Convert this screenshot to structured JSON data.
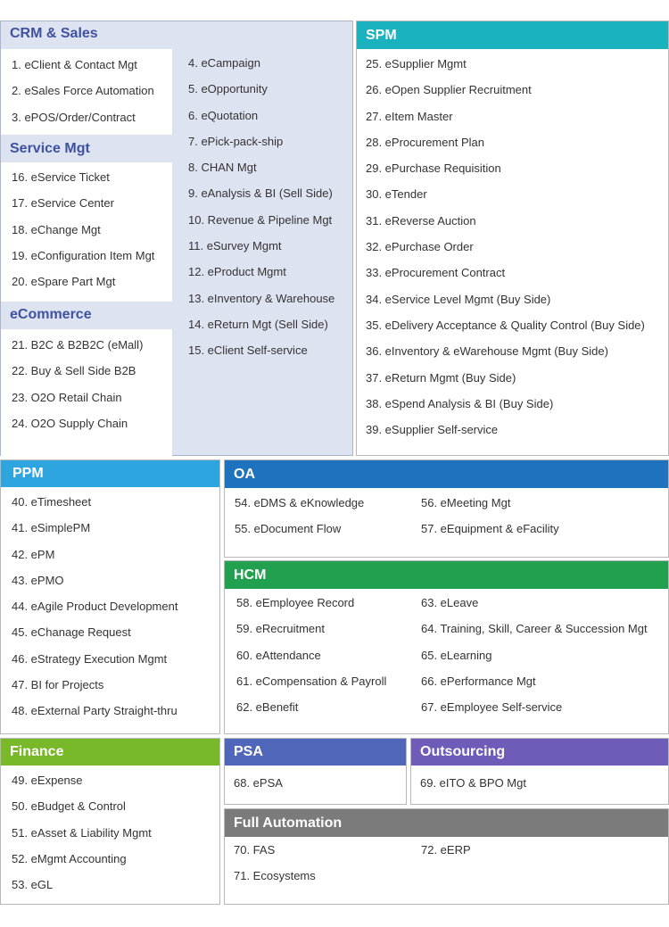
{
  "colors": {
    "crm_bg": "#dde3f0",
    "crm_title": "#3f52a0",
    "spm": "#1ab2bf",
    "ppm": "#2ea5de",
    "oa": "#1f72bd",
    "hcm": "#21a04f",
    "finance": "#78b829",
    "psa": "#4f66bb",
    "outsourcing": "#6f5cb8",
    "full_automation": "#7b7b7b"
  },
  "crm": {
    "title": "CRM & Sales",
    "items": [
      "1. eClient & Contact Mgt",
      "2. eSales Force Automation",
      "3. ePOS/Order/Contract"
    ],
    "col2": [
      "4. eCampaign",
      "5. eOpportunity",
      "6. eQuotation",
      "7. ePick-pack-ship",
      "8. CHAN Mgt",
      "9. eAnalysis & BI (Sell Side)",
      "10. Revenue & Pipeline Mgt",
      "11. eSurvey Mgmt",
      "12. eProduct Mgmt",
      "13. eInventory & Warehouse",
      "14. eReturn Mgt (Sell Side)",
      "15. eClient Self-service"
    ]
  },
  "service": {
    "title": "Service Mgt",
    "items": [
      "16. eService Ticket",
      "17. eService Center",
      "18. eChange Mgt",
      "19. eConfiguration Item Mgt",
      "20. eSpare Part Mgt"
    ]
  },
  "ecommerce": {
    "title": "eCommerce",
    "items": [
      "21. B2C & B2B2C (eMall)",
      "22. Buy & Sell Side B2B",
      "23. O2O Retail Chain",
      "24. O2O Supply Chain"
    ]
  },
  "spm": {
    "title": "SPM",
    "items": [
      "25. eSupplier Mgmt",
      "26. eOpen Supplier Recruitment",
      "27. eItem Master",
      "28. eProcurement Plan",
      "29. ePurchase Requisition",
      "30. eTender",
      "31. eReverse Auction",
      "32. ePurchase Order",
      "33. eProcurement Contract",
      "34. eService Level Mgmt (Buy Side)",
      "35. eDelivery Acceptance & Quality Control (Buy Side)",
      "36. eInventory & eWarehouse Mgmt (Buy Side)",
      "37. eReturn Mgmt (Buy Side)",
      "38. eSpend Analysis & BI (Buy Side)",
      "39. eSupplier Self-service"
    ]
  },
  "ppm": {
    "title": "PPM",
    "items": [
      "40. eTimesheet",
      "41. eSimplePM",
      "42. ePM",
      "43. ePMO",
      "44. eAgile Product Development",
      "45. eChanage Request",
      "46. eStrategy Execution Mgmt",
      "47. BI for Projects",
      "48. eExternal Party Straight-thru"
    ]
  },
  "oa": {
    "title": "OA",
    "col1": [
      "54. eDMS & eKnowledge",
      "55. eDocument Flow"
    ],
    "col2": [
      "56. eMeeting Mgt",
      "57. eEquipment & eFacility"
    ]
  },
  "hcm": {
    "title": "HCM",
    "col1": [
      "58. eEmployee Record",
      "59. eRecruitment",
      "60. eAttendance",
      "61. eCompensation & Payroll",
      "62. eBenefit"
    ],
    "col2": [
      "63. eLeave",
      "64. Training, Skill, Career & Succession Mgt",
      "65. eLearning",
      "66. ePerformance Mgt",
      "67. eEmployee Self-service"
    ]
  },
  "finance": {
    "title": "Finance",
    "items": [
      "49. eExpense",
      "50. eBudget & Control",
      "51. eAsset & Liability Mgmt",
      "52. eMgmt Accounting",
      "53. eGL"
    ]
  },
  "psa": {
    "title": "PSA",
    "items": [
      "68. ePSA"
    ]
  },
  "outsourcing": {
    "title": "Outsourcing",
    "items": [
      "69. eITO & BPO Mgt"
    ]
  },
  "full_automation": {
    "title": "Full Automation",
    "col1": [
      "70. FAS",
      "71. Ecosystems"
    ],
    "col2": [
      "72. eERP"
    ]
  }
}
